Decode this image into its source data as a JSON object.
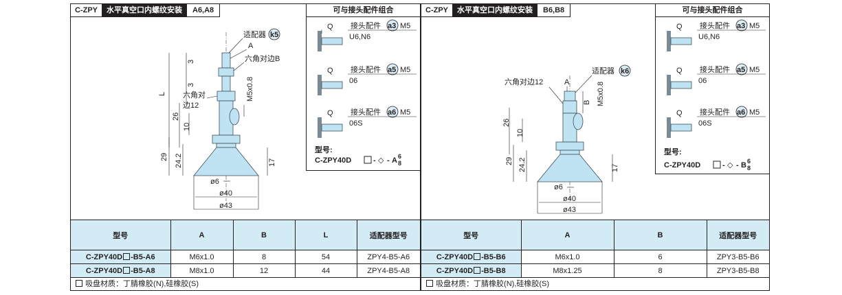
{
  "panels": [
    {
      "title": {
        "code": "C-ZPY",
        "name": "水平真空口内螺纹安装",
        "variant": "A6,A8"
      },
      "drawing": {
        "adapter_label": "适配器",
        "adapter_code": "k5",
        "label_a": "A",
        "hex_b": "六角对边B",
        "thread": "M5x0.8",
        "hex12_line1": "六角对",
        "hex12_line2": "边12",
        "dim_L": "L",
        "dim_3a": "3",
        "dim_3b": "3",
        "dim_26": "26",
        "dim_10": "10",
        "dim_29": "29",
        "dim_24_2": "24.2",
        "dim_17": "17",
        "d6": "ø6",
        "d40": "ø40",
        "d43": "ø43"
      },
      "combo": {
        "title": "可与接头配件组合",
        "items": [
          {
            "q": "Q",
            "label": "接头配件",
            "code": "a3",
            "thread": "M5",
            "size": "U6,N6"
          },
          {
            "q": "Q",
            "label": "接头配件",
            "code": "a5",
            "thread": "M5",
            "size": "06"
          },
          {
            "q": "Q",
            "label": "接头配件",
            "code": "a6",
            "thread": "M5",
            "size": "06S"
          }
        ],
        "model_label": "型号:",
        "model_code": "C-ZPY40D",
        "model_suffix": "A",
        "model_sup": "6",
        "model_sub": "8"
      },
      "table": {
        "headers": [
          "型号",
          "A",
          "B",
          "L",
          "适配器型号"
        ],
        "rows": [
          {
            "model_pre": "C-ZPY40D",
            "model_post": "-B5-A6",
            "a": "M6x1.0",
            "b": "8",
            "l": "54",
            "adapter": "ZPY4-B5-A6"
          },
          {
            "model_pre": "C-ZPY40D",
            "model_post": "-B5-A8",
            "a": "M8x1.0",
            "b": "12",
            "l": "44",
            "adapter": "ZPY4-B5-A8"
          }
        ]
      },
      "note": "吸盘材质：丁腈橡胶(N),硅橡胶(S)"
    },
    {
      "title": {
        "code": "C-ZPY",
        "name": "水平真空口内螺纹安装",
        "variant": "B6,B8"
      },
      "drawing": {
        "adapter_label": "适配器",
        "adapter_code": "k6",
        "label_a": "A",
        "label_b": "B",
        "hex12": "六角对边12",
        "thread": "M5x0.8",
        "dim_26": "26",
        "dim_10": "10",
        "dim_29": "29",
        "dim_24_2": "24.2",
        "dim_17": "17",
        "d6": "ø6",
        "d40": "ø40",
        "d43": "ø43"
      },
      "combo": {
        "title": "可与接头配件组合",
        "items": [
          {
            "q": "Q",
            "label": "接头配件",
            "code": "a3",
            "thread": "M5",
            "size": "U6,N6"
          },
          {
            "q": "Q",
            "label": "接头配件",
            "code": "a5",
            "thread": "M5",
            "size": "06"
          },
          {
            "q": "Q",
            "label": "接头配件",
            "code": "a6",
            "thread": "M5",
            "size": "06S"
          }
        ],
        "model_label": "型号:",
        "model_code": "C-ZPY40D",
        "model_suffix": "B",
        "model_sup": "6",
        "model_sub": "8"
      },
      "table": {
        "headers": [
          "型号",
          "A",
          "B",
          "适配器型号"
        ],
        "rows": [
          {
            "model_pre": "C-ZPY40D",
            "model_post": "-B5-B6",
            "a": "M6x1.0",
            "b": "6",
            "adapter": "ZPY3-B5-B6"
          },
          {
            "model_pre": "C-ZPY40D",
            "model_post": "-B5-B8",
            "a": "M8x1.25",
            "b": "8",
            "adapter": "ZPY3-B5-B8"
          }
        ]
      },
      "note": "吸盘材质：丁腈橡胶(N),硅橡胶(S)"
    }
  ]
}
